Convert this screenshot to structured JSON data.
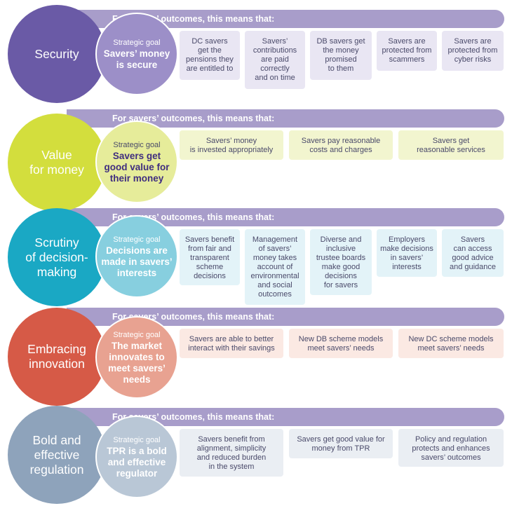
{
  "banner_text": "For savers’ outcomes, this means that:",
  "strategic_goal_label": "Strategic goal",
  "sections": [
    {
      "title_lines": [
        "Security"
      ],
      "goal_lines": [
        "Savers’ money",
        "is secure"
      ],
      "outcomes": [
        [
          "DC savers",
          "get the",
          "pensions they",
          "are entitled to"
        ],
        [
          "Savers’",
          "contributions",
          "are paid",
          "correctly",
          "and on time"
        ],
        [
          "DB savers get",
          "the money",
          "promised",
          "to them"
        ],
        [
          "Savers are",
          "protected from",
          "scammers"
        ],
        [
          "Savers are",
          "protected from",
          "cyber risks"
        ]
      ]
    },
    {
      "title_lines": [
        "Value",
        "for money"
      ],
      "goal_lines": [
        "Savers get",
        "good value for",
        "their money"
      ],
      "outcomes": [
        [
          "Savers’ money",
          "is invested appropriately"
        ],
        [
          "Savers pay reasonable",
          "costs and charges"
        ],
        [
          "Savers get",
          "reasonable services"
        ]
      ]
    },
    {
      "title_lines": [
        "Scrutiny",
        "of decision-",
        "making"
      ],
      "goal_lines": [
        "Decisions are",
        "made in savers’",
        "interests"
      ],
      "outcomes": [
        [
          "Savers benefit",
          "from fair and",
          "transparent",
          "scheme",
          "decisions"
        ],
        [
          "Management",
          "of savers’",
          "money takes",
          "account of",
          "environmental",
          "and social",
          "outcomes"
        ],
        [
          "Diverse and",
          "inclusive",
          "trustee boards",
          "make good",
          "decisions",
          "for savers"
        ],
        [
          "Employers",
          "make decisions",
          "in savers’",
          "interests"
        ],
        [
          "Savers",
          "can access",
          "good advice",
          "and guidance"
        ]
      ]
    },
    {
      "title_lines": [
        "Embracing",
        "innovation"
      ],
      "goal_lines": [
        "The market",
        "innovates to",
        "meet savers’",
        "needs"
      ],
      "outcomes": [
        [
          "Savers are able to better",
          "interact with their savings"
        ],
        [
          "New DB scheme models",
          "meet savers’ needs"
        ],
        [
          "New DC scheme models",
          "meet savers’ needs"
        ]
      ]
    },
    {
      "title_lines": [
        "Bold and",
        "effective",
        "regulation"
      ],
      "goal_lines": [
        "TPR is a bold",
        "and effective",
        "regulator"
      ],
      "outcomes": [
        [
          "Savers benefit from",
          "alignment, simplicity",
          "and reduced burden",
          "in the system"
        ],
        [
          "Savers get good value for",
          "money from TPR"
        ],
        [
          "Policy and regulation",
          "protects and enhances",
          "savers’ outcomes"
        ]
      ]
    }
  ]
}
